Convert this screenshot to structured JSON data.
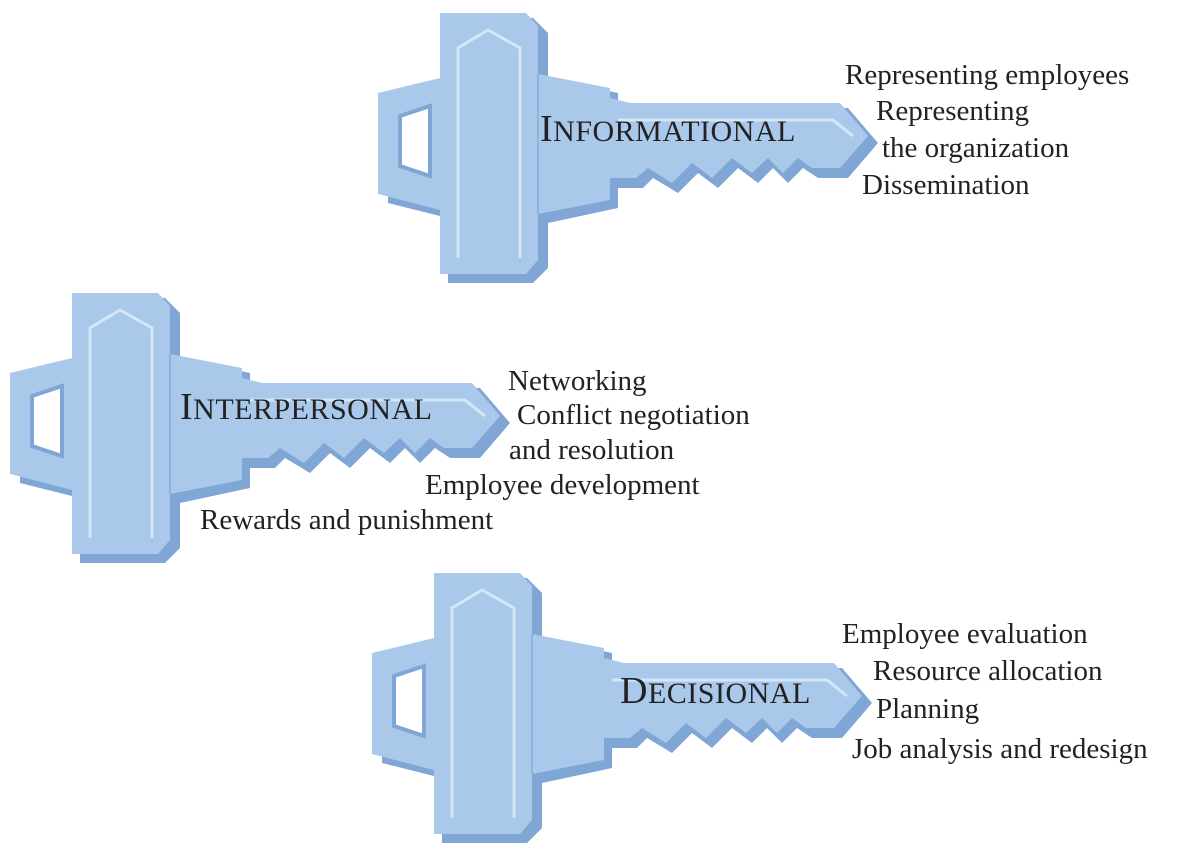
{
  "keys": [
    {
      "id": "informational",
      "title_initial": "I",
      "title_rest": "NFORMATIONAL",
      "roles": [
        "Representing employees",
        "Representing",
        "the organization",
        "Dissemination"
      ]
    },
    {
      "id": "interpersonal",
      "title_initial": "I",
      "title_rest": "NTERPERSONAL",
      "roles": [
        "Networking",
        "Conflict negotiation",
        "and resolution",
        "Employee development",
        "Rewards and punishment"
      ]
    },
    {
      "id": "decisional",
      "title_initial": "D",
      "title_rest": "ECISIONAL",
      "roles": [
        "Employee evaluation",
        "Resource allocation",
        "Planning",
        "Job analysis and redesign"
      ]
    }
  ],
  "colors": {
    "key_fill": "#a9c8ea",
    "key_shadow": "#7fa6d4",
    "key_highlight": "#d4e6f7",
    "text": "#222222"
  }
}
